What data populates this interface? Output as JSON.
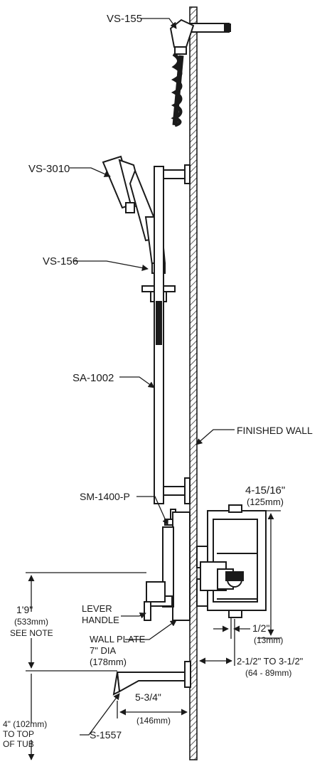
{
  "colors": {
    "ink": "#1a1a1a",
    "background": "#ffffff"
  },
  "labels": {
    "vs155": "VS-155",
    "vs3010": "VS-3010",
    "vs156": "VS-156",
    "sa1002": "SA-1002",
    "finished_wall": "FINISHED WALL",
    "sm1400p": "SM-1400-P",
    "lever_line1": "LEVER",
    "lever_line2": "HANDLE",
    "wallplate_line1": "WALL PLATE",
    "wallplate_line2": "7\" DIA",
    "wallplate_line3": "(178mm)",
    "s1557": "S-1557"
  },
  "dimensions": {
    "valve_height": "4-15/16\"",
    "valve_height_mm": "(125mm)",
    "offset_half": "1/2\"",
    "offset_half_mm": "(13mm)",
    "depth": "2-1/2\" TO 3-1/2\"",
    "depth_mm": "(64 - 89mm)",
    "height_1_9": "1'9\"",
    "height_1_9_mm": "(533mm)",
    "height_note": "SEE NOTE",
    "tub_line1": "4\" (102mm)",
    "tub_line2": "TO TOP",
    "tub_line3": "OF TUB",
    "spout_reach": "5-3/4\"",
    "spout_reach_mm": "(146mm)"
  }
}
